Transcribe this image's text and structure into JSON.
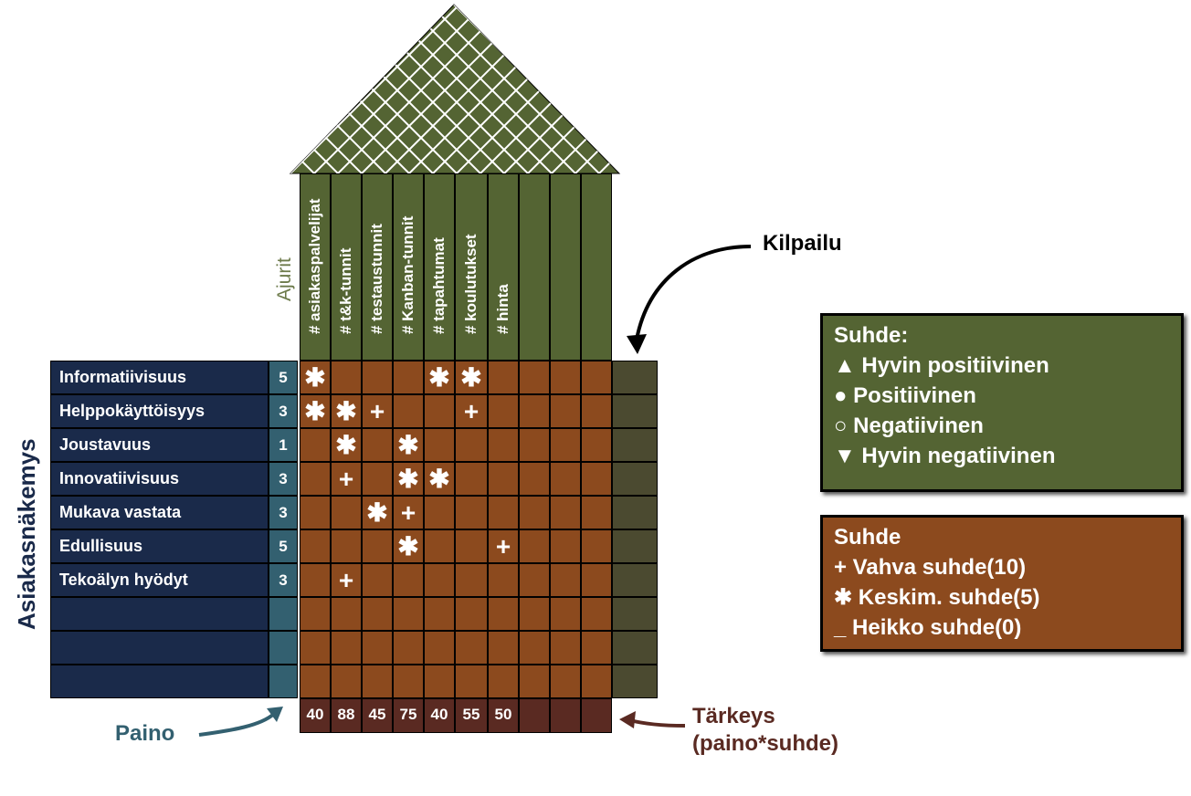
{
  "drivers_label": "Ajurit",
  "customer_view_label": "Asiakasnäkemys",
  "competition_label": "Kilpailu",
  "weight_label": "Paino",
  "importance_label": [
    "Tärkeys",
    "(paino*suhde)"
  ],
  "requirements": [
    {
      "name": "Informatiivisuus",
      "weight": "5"
    },
    {
      "name": "Helppokäyttöisyys",
      "weight": "3"
    },
    {
      "name": "Joustavuus",
      "weight": "1"
    },
    {
      "name": "Innovatiivisuus",
      "weight": "3"
    },
    {
      "name": "Mukava vastata",
      "weight": "3"
    },
    {
      "name": "Edullisuus",
      "weight": "5"
    },
    {
      "name": "Tekoälyn hyödyt",
      "weight": "3"
    },
    {
      "name": "",
      "weight": ""
    },
    {
      "name": "",
      "weight": ""
    },
    {
      "name": "",
      "weight": ""
    }
  ],
  "drivers": [
    "# asiakaspalvelijat",
    "# t&k-tunnit",
    "# testaustunnit",
    "# Kanban-tunnit",
    "# tapahtumat",
    "# koulutukset",
    "# hinta",
    "",
    "",
    ""
  ],
  "matrix": [
    [
      "✱",
      "",
      "",
      "",
      "✱",
      "✱",
      "",
      "",
      "",
      ""
    ],
    [
      "✱",
      "✱",
      "+",
      "",
      "",
      "+",
      "",
      "",
      "",
      ""
    ],
    [
      "",
      "✱",
      "",
      "✱",
      "",
      "",
      "",
      "",
      "",
      ""
    ],
    [
      "",
      "+",
      "",
      "✱",
      "✱",
      "",
      "",
      "",
      "",
      ""
    ],
    [
      "",
      "",
      "✱",
      "+",
      "",
      "",
      "",
      "",
      "",
      ""
    ],
    [
      "",
      "",
      "",
      "✱",
      "",
      "",
      "+",
      "",
      "",
      ""
    ],
    [
      "",
      "+",
      "",
      "",
      "",
      "",
      "",
      "",
      "",
      ""
    ],
    [
      "",
      "",
      "",
      "",
      "",
      "",
      "",
      "",
      "",
      ""
    ],
    [
      "",
      "",
      "",
      "",
      "",
      "",
      "",
      "",
      "",
      ""
    ],
    [
      "",
      "",
      "",
      "",
      "",
      "",
      "",
      "",
      "",
      ""
    ]
  ],
  "importance": [
    "40",
    "88",
    "45",
    "75",
    "40",
    "55",
    "50",
    "",
    "",
    ""
  ],
  "legend_relationship": {
    "title": "Suhde:",
    "items": [
      "▲ Hyvin positiivinen",
      "● Positiivinen",
      "○ Negatiivinen",
      "▼ Hyvin negatiivinen"
    ]
  },
  "legend_strength": {
    "title": "Suhde",
    "items": [
      "+ Vahva suhde(10)",
      "✱ Keskim. suhde(5)",
      "_ Heikko suhde(0)"
    ]
  },
  "colors": {
    "requirements_bg": "#1a2a4a",
    "weight_bg": "#336070",
    "matrix_bg": "#8c4a1e",
    "header_bg": "#546433",
    "roof_bg": "#546433",
    "competition_bg": "#4b4a30",
    "importance_bg": "#5a2a22"
  }
}
